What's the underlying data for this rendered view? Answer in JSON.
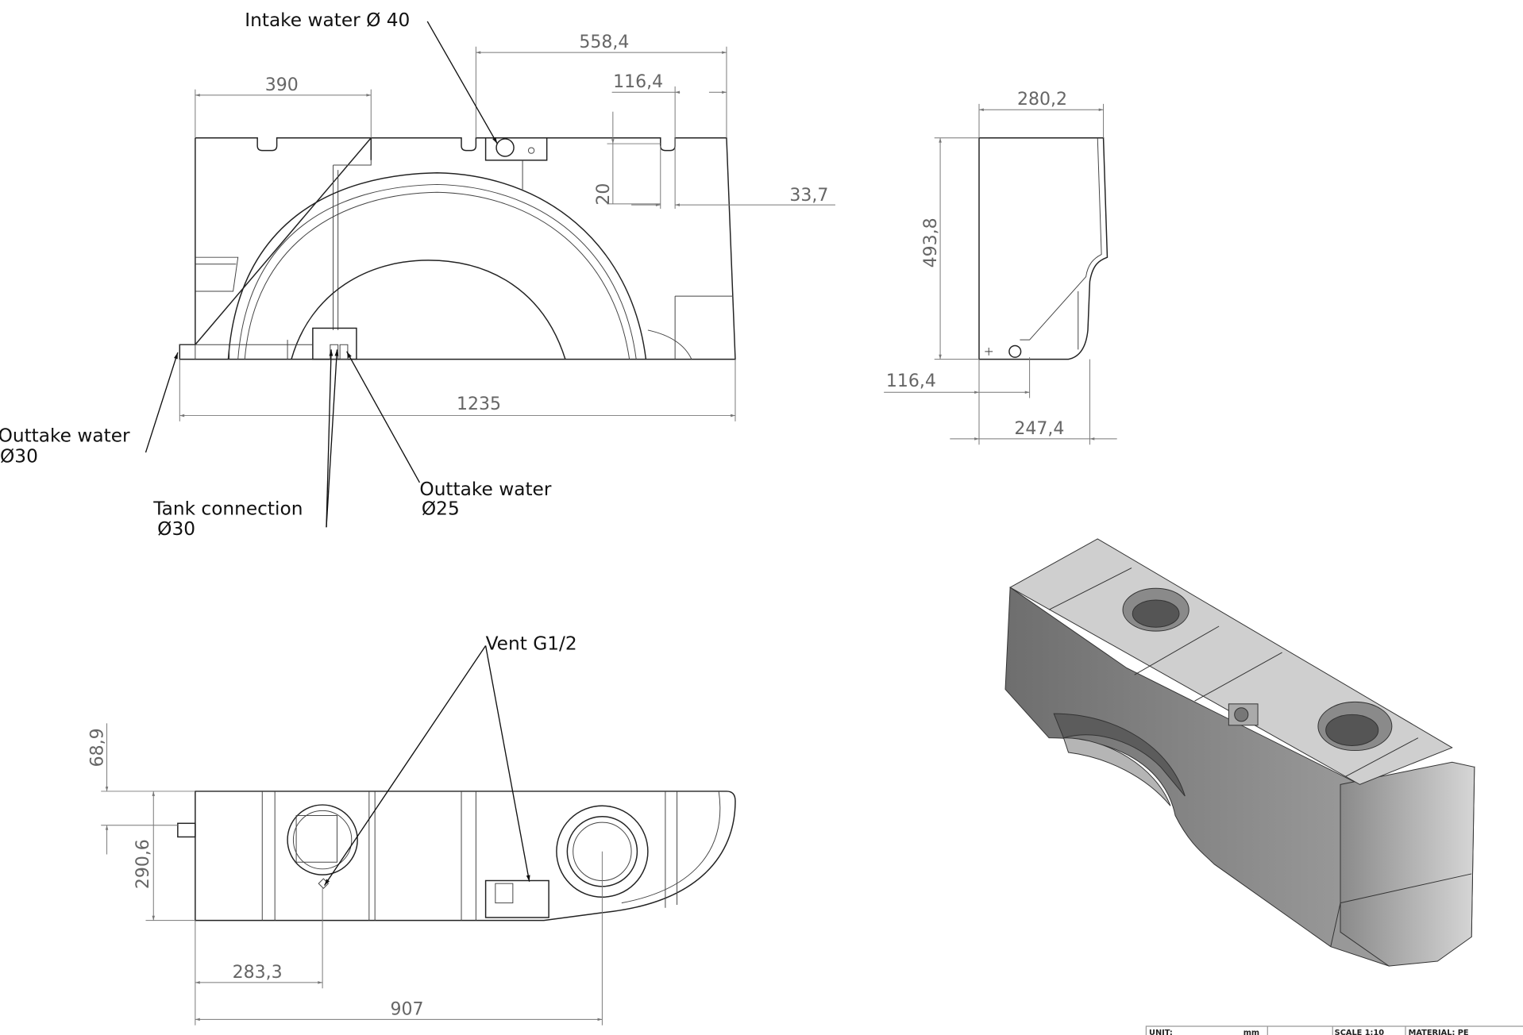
{
  "front_view": {
    "labels": {
      "intake": "Intake water Ø 40",
      "outtake_left_1": "Outtake water",
      "outtake_left_2": "Ø30",
      "tank_conn_1": "Tank connection",
      "tank_conn_2": "Ø30",
      "outtake_right_1": "Outtake water",
      "outtake_right_2": "Ø25"
    },
    "dims": {
      "d390": "390",
      "d558": "558,4",
      "d116": "116,4",
      "d20": "20",
      "d33": "33,7",
      "d1235": "1235"
    }
  },
  "side_view": {
    "dims": {
      "d280": "280,2",
      "d493": "493,8",
      "d116": "116,4",
      "d247": "247,4"
    }
  },
  "top_view": {
    "labels": {
      "vent": "Vent G1/2"
    },
    "dims": {
      "d68": "68,9",
      "d290": "290,6",
      "d283": "283,3",
      "d907": "907"
    }
  },
  "title_block": {
    "unit_label": "UNIT:",
    "unit_value": "mm",
    "scale": "SCALE   1:10",
    "material": "MATERIAL: PE"
  },
  "colors": {
    "line": "#222222",
    "dimension": "#777777",
    "iso_fill": "#9a9a9a"
  }
}
